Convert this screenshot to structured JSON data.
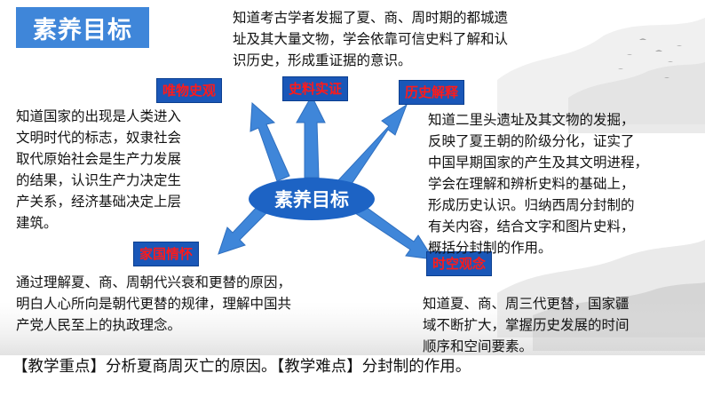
{
  "title": "素养目标",
  "center_label": "素养目标",
  "tags": {
    "weiwu": "唯物史观",
    "shiliao": "史料实证",
    "lishi": "历史解释",
    "jiaguo": "家国情怀",
    "shikong": "时空观念"
  },
  "texts": {
    "top": [
      "知道考古学者发掘了夏、商、周时期的都城遗",
      "址及其大量文物，学会依靠可信史料了解和认",
      "识历史，形成重证据的意识。"
    ],
    "left": [
      "知道国家的出现是人类进入",
      "文明时代的标志，奴隶社会",
      "取代原始社会是生产力发展",
      "的结果，认识生产力决定生",
      "产关系，经济基础决定上层",
      "建筑。"
    ],
    "right": [
      "知道二里头遗址及其文物的发掘，",
      "反映了夏王朝的阶级分化，证实了",
      "中国早期国家的产生及其文明进程，",
      "学会在理解和辨析史料的基础上，",
      "形成历史认识。归纳西周分封制的",
      "有关内容，结合文字和图片史料，",
      "概括分封制的作用。"
    ],
    "bottom_left": [
      "通过理解夏、商、周朝代兴衰和更替的原因，",
      "明白人心所向是朝代更替的规律，理解中国共",
      "产党人民至上的执政理念。"
    ],
    "bottom_right": [
      "知道夏、商、周三代更替，国家疆",
      "域不断扩大，掌握历史发展的时间",
      "顺序和空间要素。"
    ]
  },
  "bottom_bar": {
    "key_label": "【教学重点】",
    "key_text": "分析夏商周灭亡的原因。",
    "diff_label": "【教学难点】",
    "diff_text": "分封制的作用。"
  },
  "colors": {
    "title_bg": "#3f86d9",
    "tag_bg": "#1a57b8",
    "tag_text": "#ff1a1a",
    "arrow": "#3f86d9",
    "ellipse": "#1d63c4"
  }
}
